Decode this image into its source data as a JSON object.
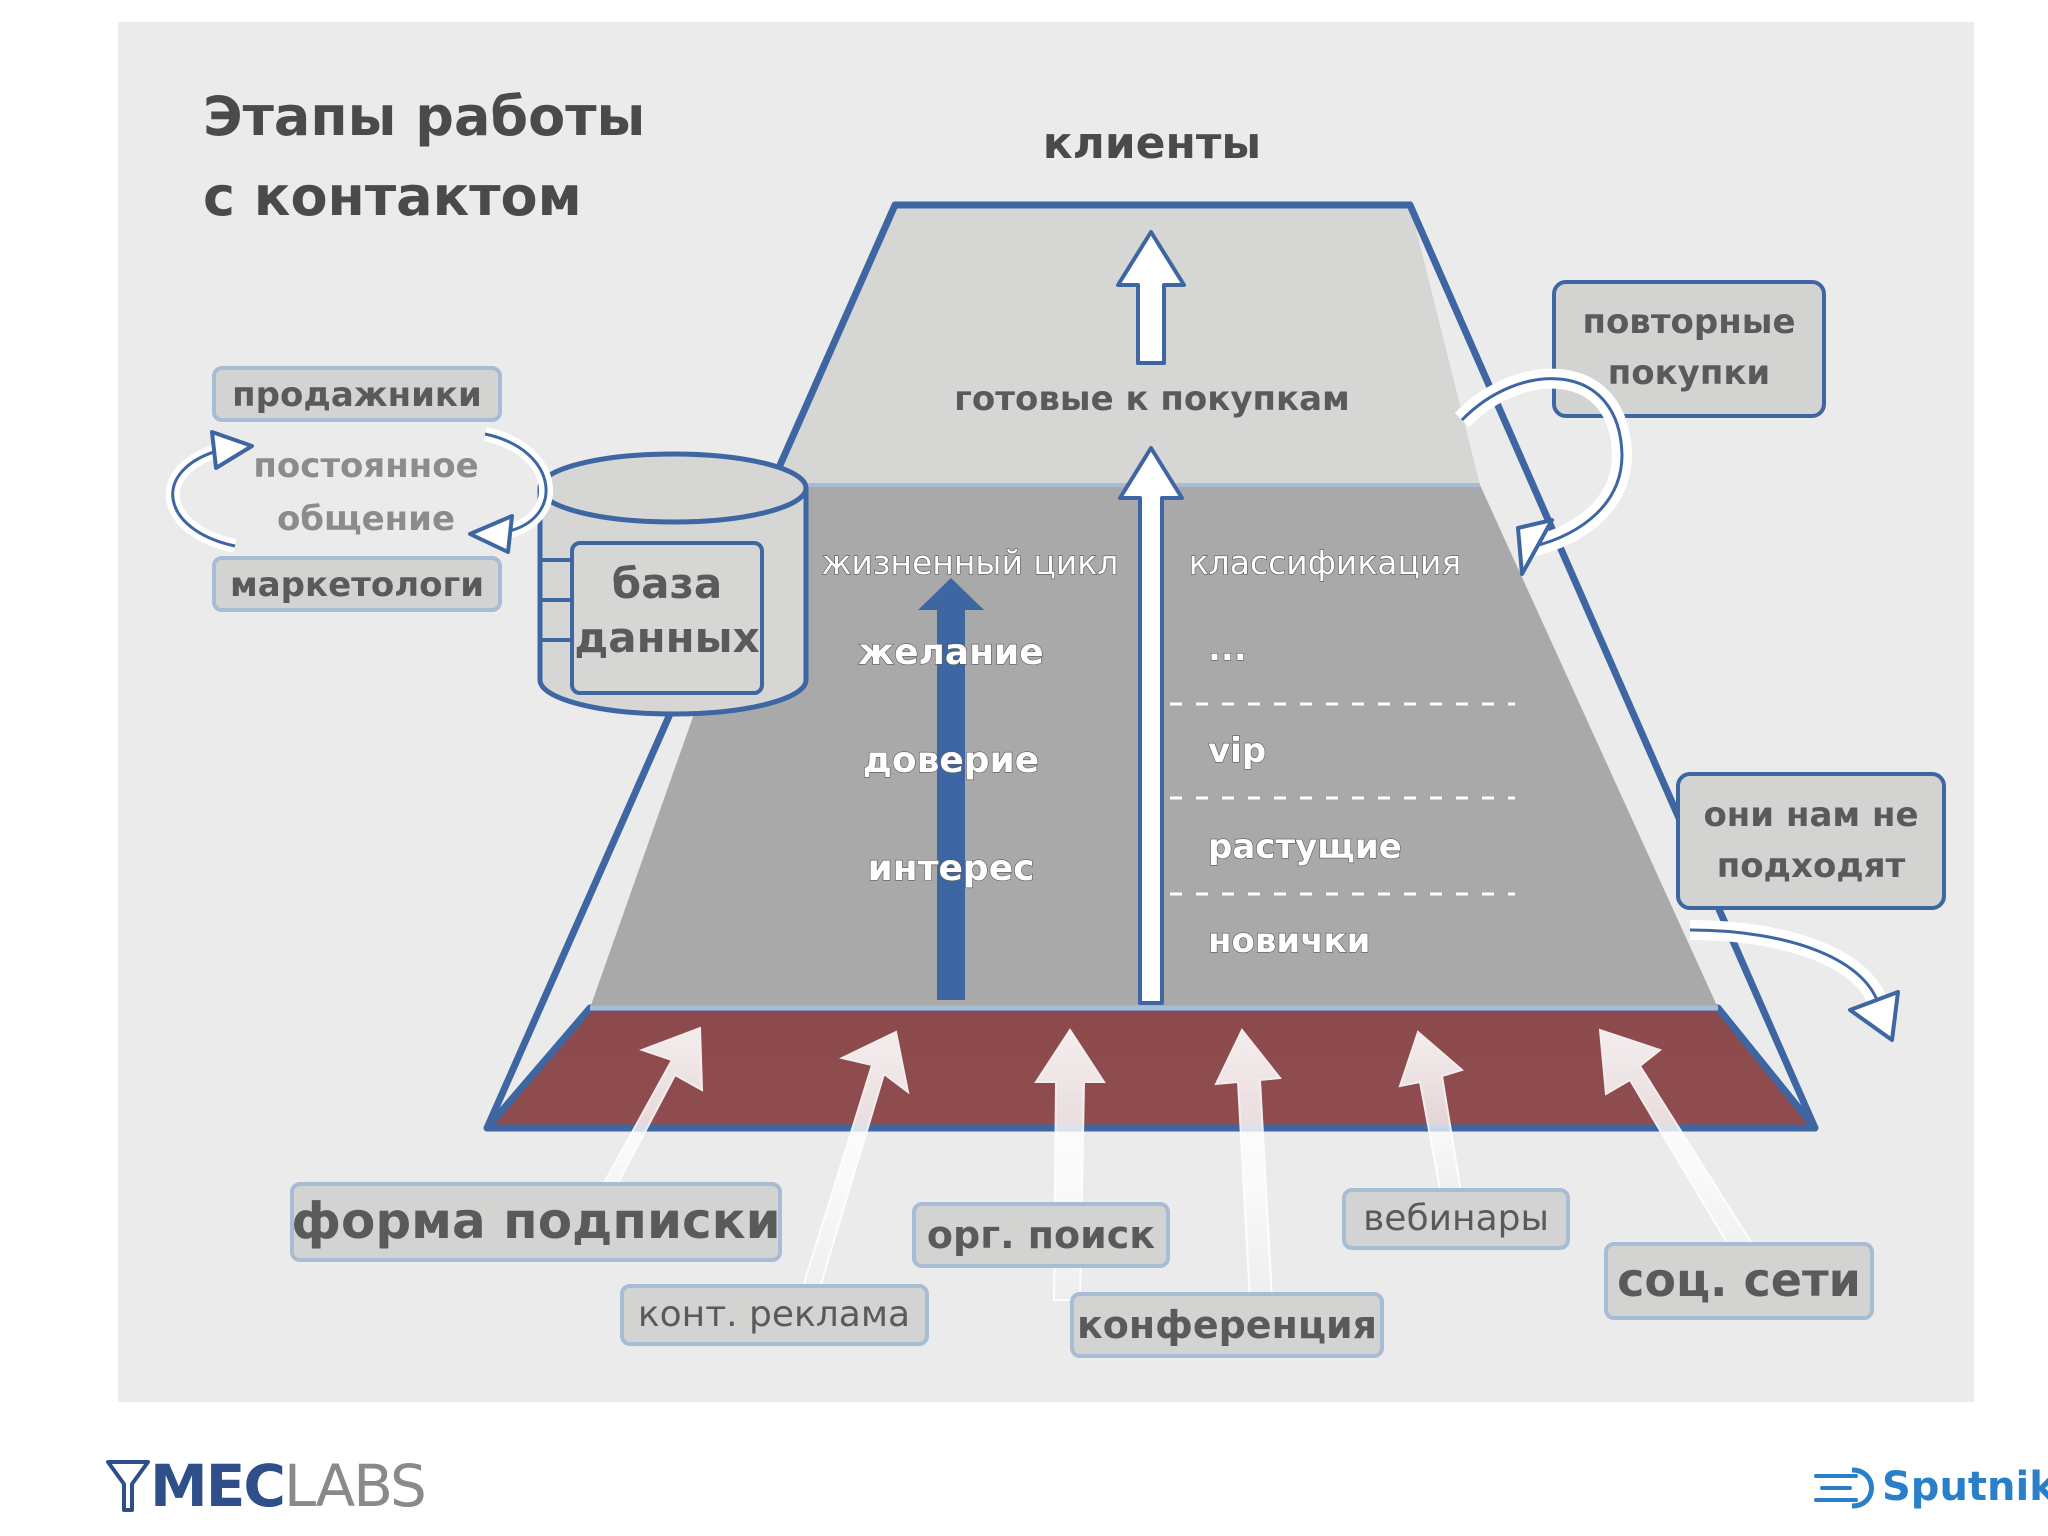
{
  "title_line1": "Этапы работы",
  "title_line2": "с контактом",
  "top_label": "клиенты",
  "ready_label": "готовые к покупкам",
  "lifecycle_header": "жизненный цикл",
  "classification_header": "классификация",
  "lifecycle_stages": [
    "желание",
    "доверие",
    "интерес"
  ],
  "classes": [
    "...",
    "vip",
    "растущие",
    "новички"
  ],
  "repeat_box": [
    "повторные",
    "покупки"
  ],
  "unfit_box": [
    "они нам не",
    "подходят"
  ],
  "sales_label": "продажники",
  "communication_line1": "постоянное",
  "communication_line2": "общение",
  "marketers_label": "маркетологи",
  "db_line1": "база",
  "db_line2": "данных",
  "sources": {
    "subscription_form": "форма подписки",
    "context_ads": "конт. реклама",
    "organic_search": "орг. поиск",
    "conference": "конференция",
    "webinars": "вебинары",
    "social": "соц. сети"
  },
  "logo_left_a": "MEC",
  "logo_left_b": "LABS",
  "logo_right": "Sputnik",
  "colors": {
    "outline_blue": "#3d66a3",
    "top_fill": "#d6d6d4",
    "middle_fill": "#a9a9a9",
    "base_fill": "#8c4a4c",
    "box_fill": "#d3d3d1",
    "box_border": "#a9bcd6"
  }
}
